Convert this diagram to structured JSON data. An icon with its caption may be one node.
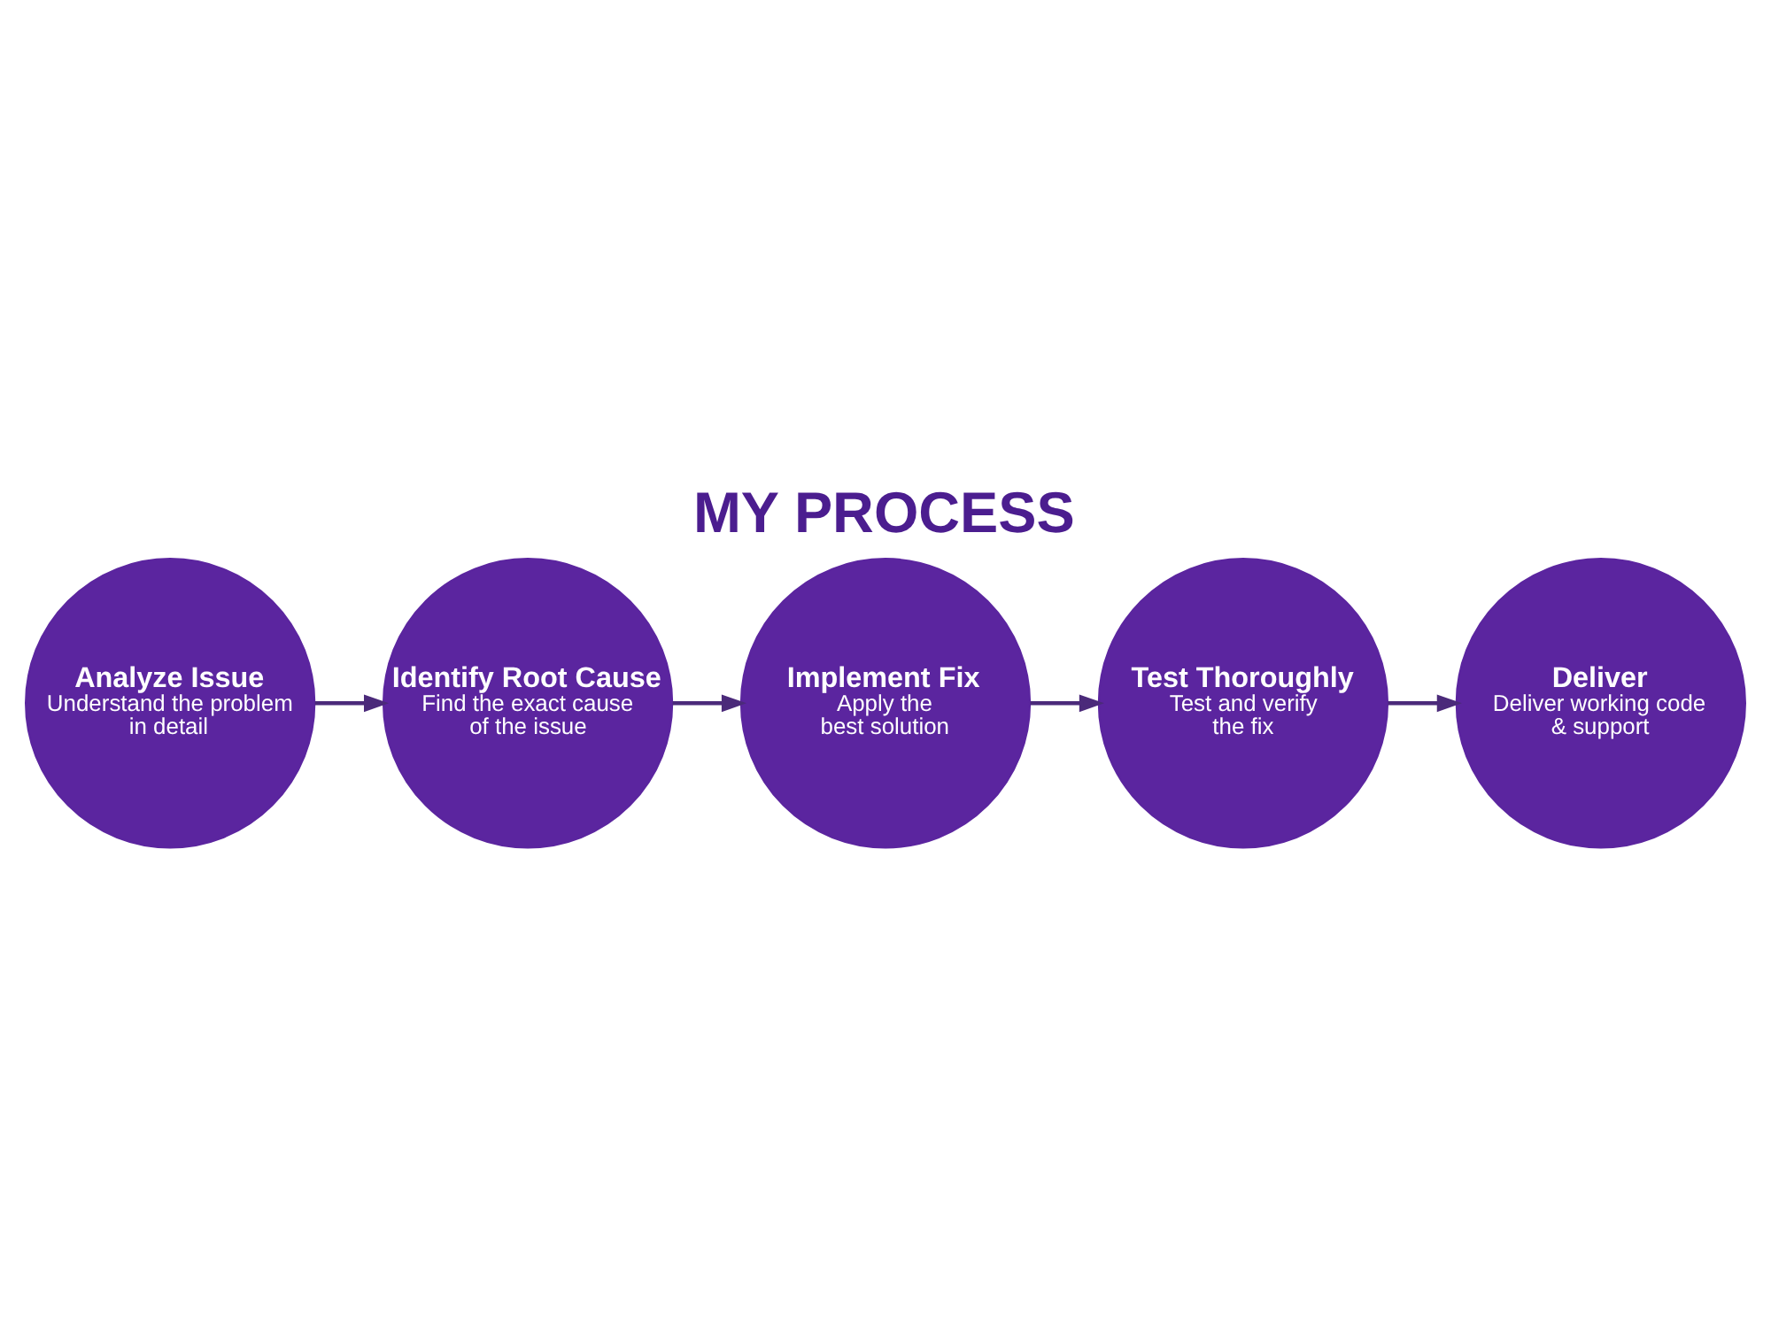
{
  "diagram": {
    "title": "MY PROCESS",
    "nodes": [
      {
        "text": [
          "Analyze Issue",
          "Understand the problem in detail"
        ]
      },
      {
        "text": [
          "Identify Root Cause",
          "Find the exact cause of the issue"
        ]
      },
      {
        "text": [
          "Implement Fix",
          "Apply the best solution"
        ]
      },
      {
        "text": [
          "Test Thoroughly",
          "Test and verify the fix"
        ]
      },
      {
        "text": [
          "Deliver",
          "Deliver working code & support"
        ]
      }
    ],
    "edges": [
      {
        "from": 0,
        "to": 1,
        "arrow": "to"
      },
      {
        "from": 1,
        "to": 2,
        "arrow": "to"
      },
      {
        "from": 2,
        "to": 3,
        "arrow": "to"
      },
      {
        "from": 3,
        "to": 4,
        "arrow": "to"
      }
    ]
  }
}
